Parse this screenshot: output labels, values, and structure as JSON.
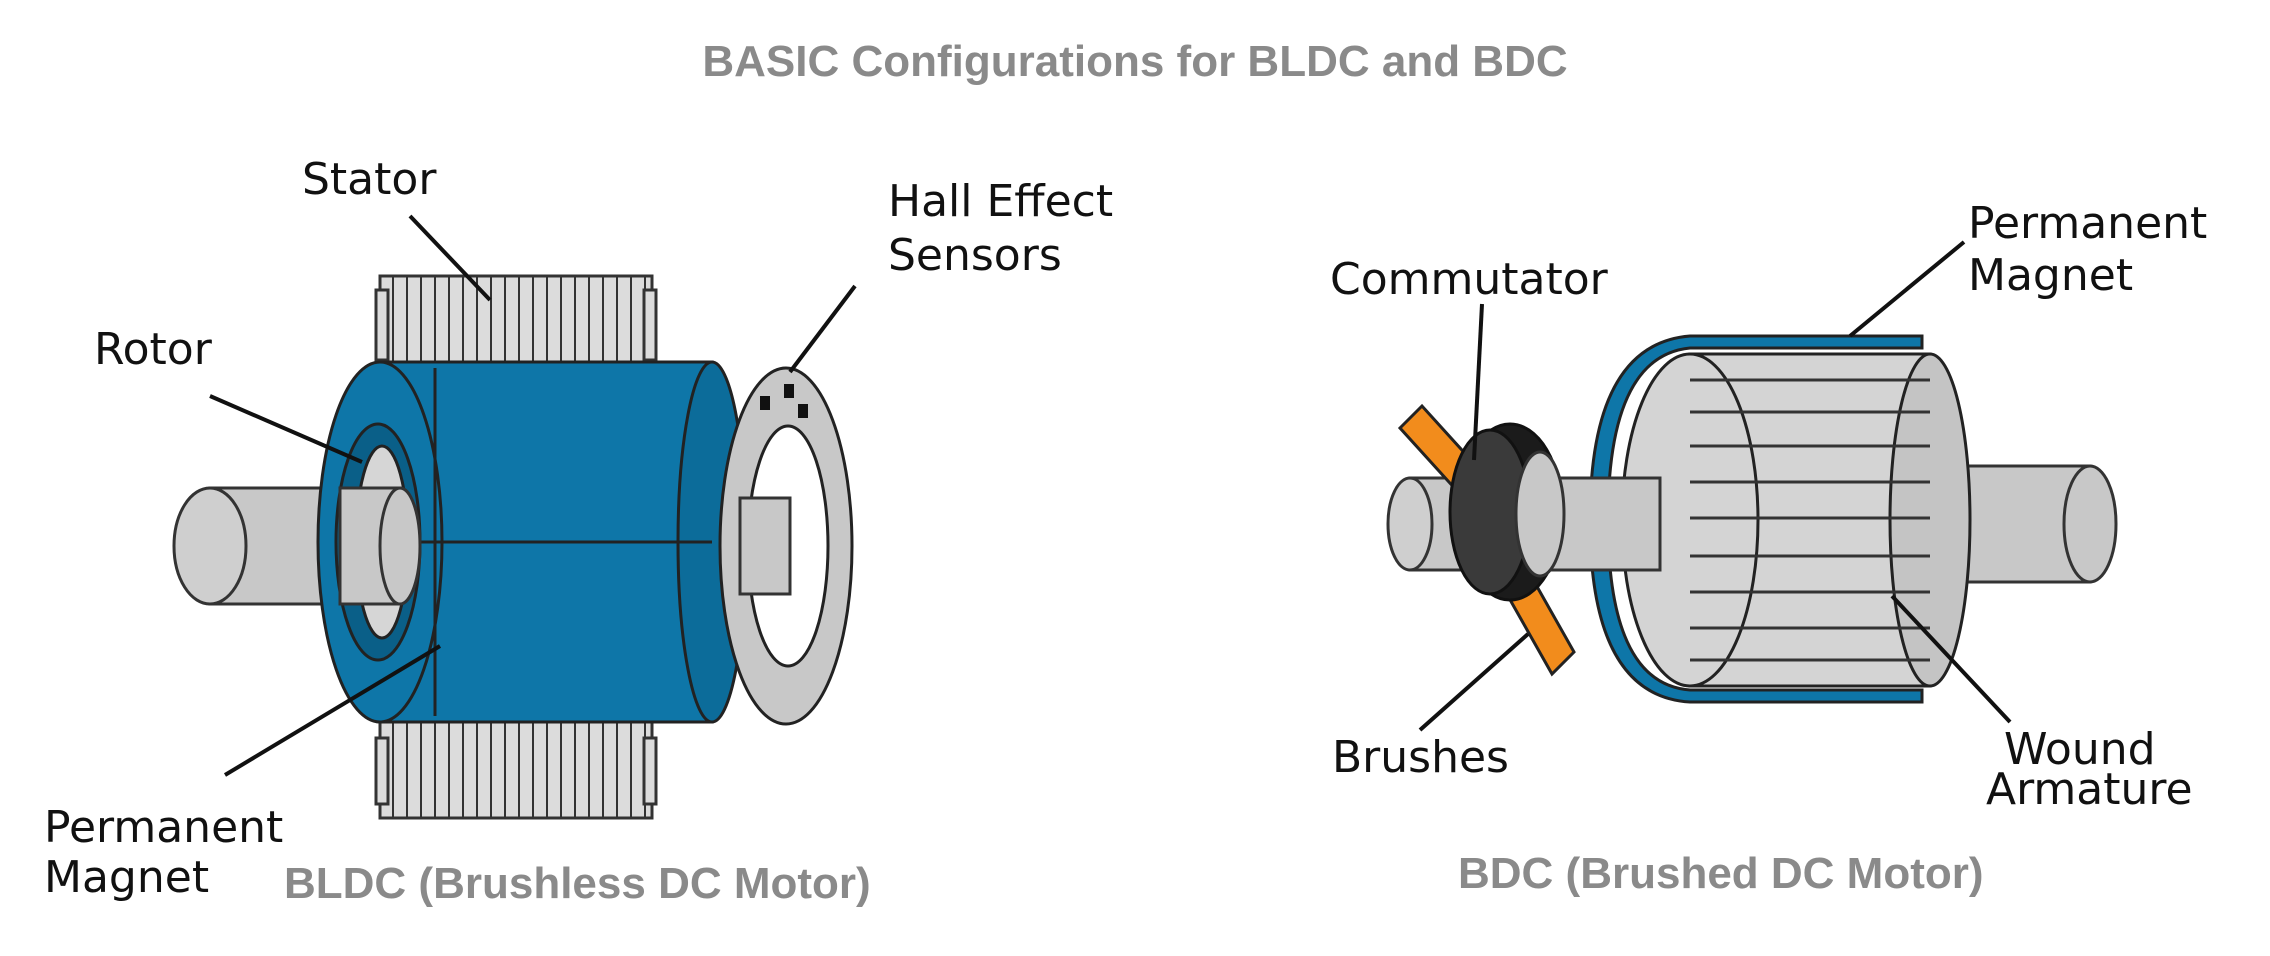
{
  "title": "BASIC Configurations for BLDC and BDC",
  "bldc": {
    "caption": "BLDC (Brushless DC Motor)",
    "labels": {
      "stator": "Stator",
      "hall_line1": "Hall Effect",
      "hall_line2": "Sensors",
      "rotor": "Rotor",
      "magnet_line1": "Permanent",
      "magnet_line2": "Magnet"
    }
  },
  "bdc": {
    "caption": "BDC (Brushed DC Motor)",
    "labels": {
      "commutator": "Commutator",
      "magnet_line1": "Permanent",
      "magnet_line2": "Magnet",
      "brushes": "Brushes",
      "armature_line1": "Wound",
      "armature_line2": "Armature"
    }
  },
  "colors": {
    "blue": "#0e76a8",
    "blue_dark": "#0a5f88",
    "gray": "#c8c8c8",
    "gray_light": "#dadada",
    "orange": "#f28c1c",
    "outline": "#222222",
    "caption": "#8a8a8a"
  }
}
